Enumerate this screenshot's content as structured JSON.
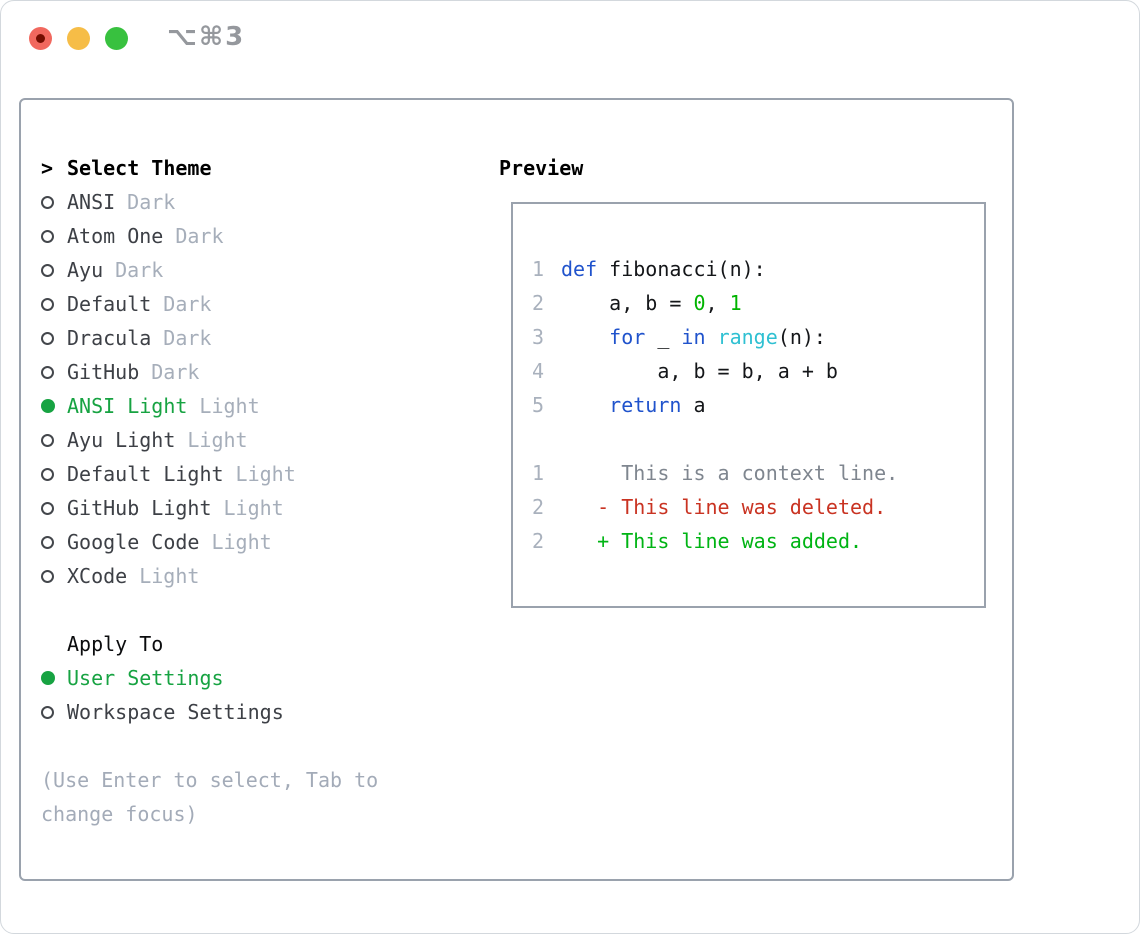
{
  "titlebar": {
    "shortcut": "⌥⌘3",
    "traffic_lights": [
      "close",
      "minimize",
      "zoom"
    ]
  },
  "colors": {
    "accent_green": "#17a342",
    "keyword_blue": "#2053cc",
    "builtin_cyan": "#2fc0d2",
    "number_green": "#00b400",
    "context_gray": "#7f868f",
    "deleted_red": "#c93322",
    "added_green": "#00b414",
    "muted_gray": "#a6aeba",
    "panel_border": "#9aa2ad",
    "traffic_red": "#f1685e",
    "traffic_yellow": "#f6bd47",
    "traffic_green": "#38c13f"
  },
  "sidebar": {
    "prompt": ">",
    "title": "Select Theme",
    "themes": [
      {
        "name": "ANSI",
        "tag": "Dark",
        "selected": false
      },
      {
        "name": "Atom One",
        "tag": "Dark",
        "selected": false
      },
      {
        "name": "Ayu",
        "tag": "Dark",
        "selected": false
      },
      {
        "name": "Default",
        "tag": "Dark",
        "selected": false
      },
      {
        "name": "Dracula",
        "tag": "Dark",
        "selected": false
      },
      {
        "name": "GitHub",
        "tag": "Dark",
        "selected": false
      },
      {
        "name": "ANSI Light",
        "tag": "Light",
        "selected": true
      },
      {
        "name": "Ayu Light",
        "tag": "Light",
        "selected": false
      },
      {
        "name": "Default Light",
        "tag": "Light",
        "selected": false
      },
      {
        "name": "GitHub Light",
        "tag": "Light",
        "selected": false
      },
      {
        "name": "Google Code",
        "tag": "Light",
        "selected": false
      },
      {
        "name": "XCode",
        "tag": "Light",
        "selected": false
      }
    ],
    "apply_to": {
      "title": "Apply To",
      "options": [
        {
          "label": "User Settings",
          "selected": true
        },
        {
          "label": "Workspace Settings",
          "selected": false
        }
      ]
    },
    "hint_lines": [
      "(Use Enter to select, Tab to",
      "change focus)"
    ]
  },
  "preview": {
    "title": "Preview",
    "lines": [
      {
        "num": "1",
        "segments": [
          [
            "kw",
            "def"
          ],
          [
            "plain",
            " fibonacci(n):"
          ]
        ]
      },
      {
        "num": "2",
        "segments": [
          [
            "plain",
            "    a, b = "
          ],
          [
            "num",
            "0"
          ],
          [
            "plain",
            ", "
          ],
          [
            "num",
            "1"
          ]
        ]
      },
      {
        "num": "3",
        "segments": [
          [
            "plain",
            "    "
          ],
          [
            "kw",
            "for"
          ],
          [
            "plain",
            " _ "
          ],
          [
            "kw",
            "in"
          ],
          [
            "plain",
            " "
          ],
          [
            "builtin",
            "range"
          ],
          [
            "plain",
            "(n):"
          ]
        ]
      },
      {
        "num": "4",
        "segments": [
          [
            "plain",
            "        a, b = b, a + b"
          ]
        ]
      },
      {
        "num": "5",
        "segments": [
          [
            "plain",
            "    "
          ],
          [
            "kw",
            "return"
          ],
          [
            "plain",
            " a"
          ]
        ]
      },
      {
        "num": "",
        "segments": []
      },
      {
        "num": "1",
        "segments": [
          [
            "ctx",
            "     This is a context line."
          ]
        ]
      },
      {
        "num": "2",
        "segments": [
          [
            "del",
            "   - This line was deleted."
          ]
        ]
      },
      {
        "num": "2",
        "segments": [
          [
            "add",
            "   + This line was added."
          ]
        ]
      }
    ]
  }
}
